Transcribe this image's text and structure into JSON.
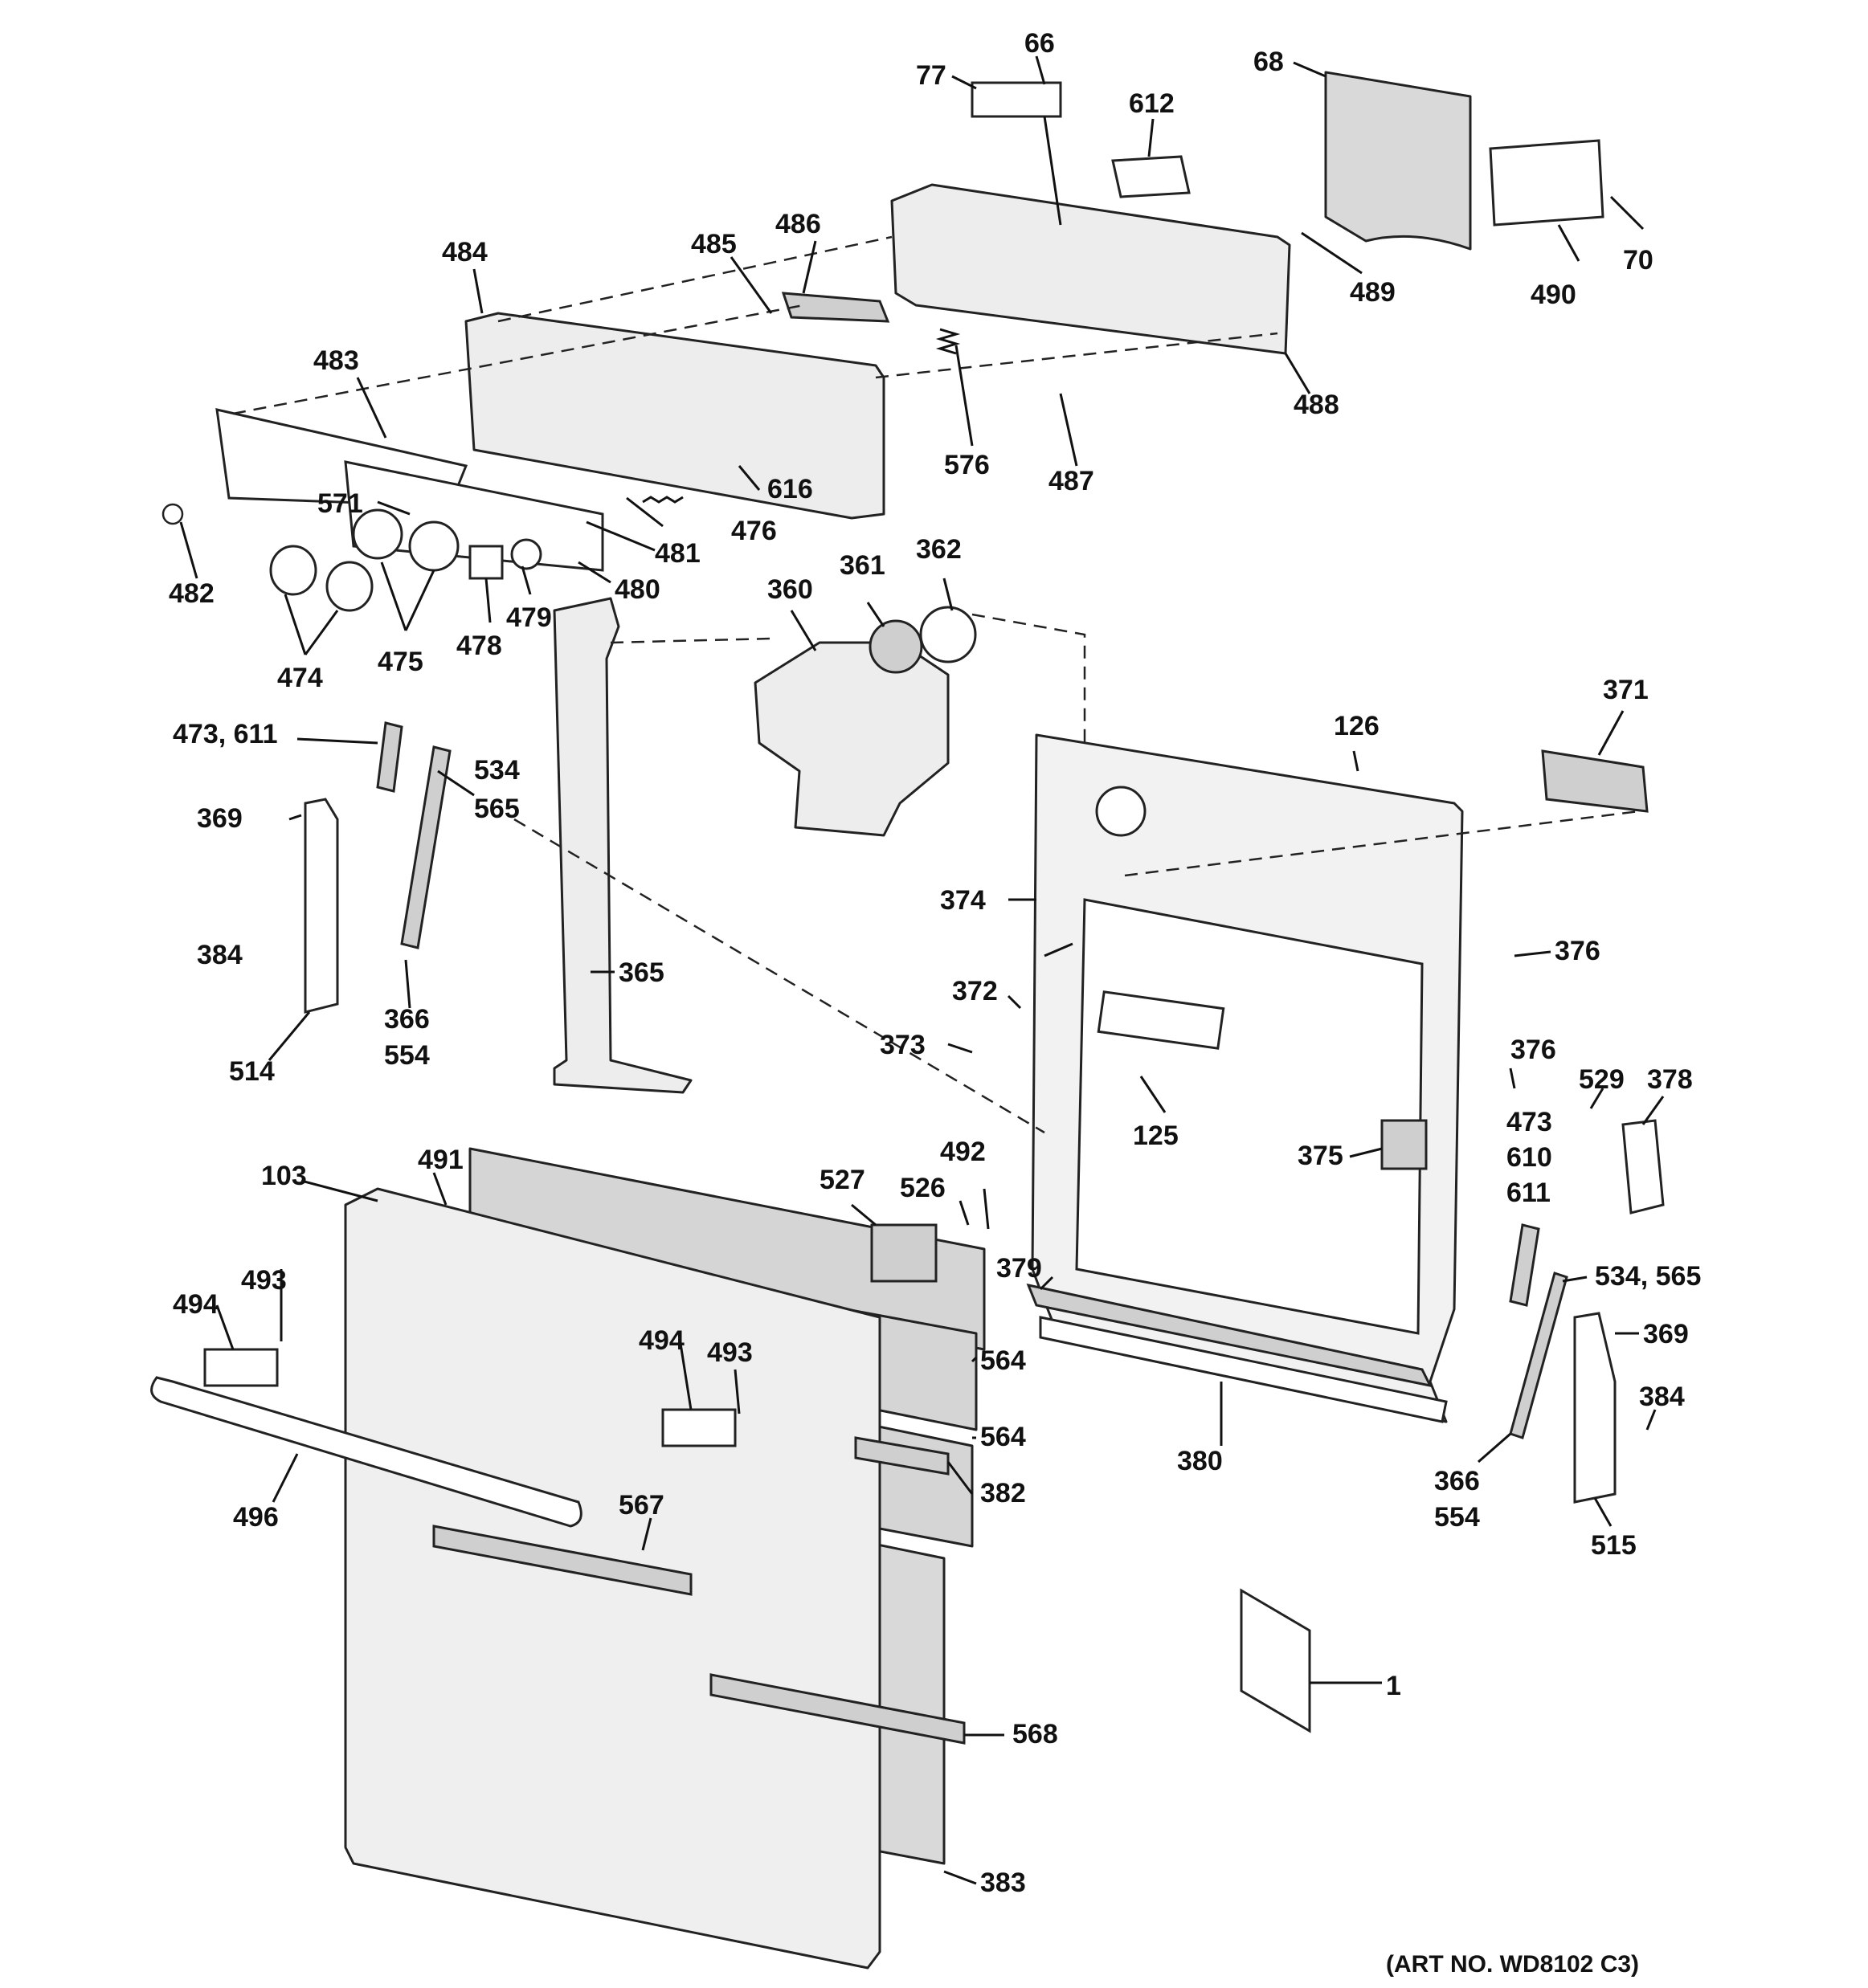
{
  "diagram": {
    "art_number": "(ART NO. WD8102 C3)",
    "callouts": [
      {
        "id": "c66",
        "text": "66"
      },
      {
        "id": "c77",
        "text": "77"
      },
      {
        "id": "c68",
        "text": "68"
      },
      {
        "id": "c612",
        "text": "612"
      },
      {
        "id": "c486",
        "text": "486"
      },
      {
        "id": "c485",
        "text": "485"
      },
      {
        "id": "c484",
        "text": "484"
      },
      {
        "id": "c489",
        "text": "489"
      },
      {
        "id": "c490",
        "text": "490"
      },
      {
        "id": "c70",
        "text": "70"
      },
      {
        "id": "c488",
        "text": "488"
      },
      {
        "id": "c483",
        "text": "483"
      },
      {
        "id": "c576",
        "text": "576"
      },
      {
        "id": "c487",
        "text": "487"
      },
      {
        "id": "c616",
        "text": "616"
      },
      {
        "id": "c571",
        "text": "571"
      },
      {
        "id": "c476",
        "text": "476"
      },
      {
        "id": "c481",
        "text": "481"
      },
      {
        "id": "c482",
        "text": "482"
      },
      {
        "id": "c480",
        "text": "480"
      },
      {
        "id": "c479",
        "text": "479"
      },
      {
        "id": "c478",
        "text": "478"
      },
      {
        "id": "c475",
        "text": "475"
      },
      {
        "id": "c474",
        "text": "474"
      },
      {
        "id": "c362",
        "text": "362"
      },
      {
        "id": "c361",
        "text": "361"
      },
      {
        "id": "c360",
        "text": "360"
      },
      {
        "id": "c371",
        "text": "371"
      },
      {
        "id": "c126",
        "text": "126"
      },
      {
        "id": "c473_611",
        "text": "473, 611"
      },
      {
        "id": "c534a",
        "text": "534"
      },
      {
        "id": "c565a",
        "text": "565"
      },
      {
        "id": "c369a",
        "text": "369"
      },
      {
        "id": "c374",
        "text": "374"
      },
      {
        "id": "c376a",
        "text": "376"
      },
      {
        "id": "c384a",
        "text": "384"
      },
      {
        "id": "c365",
        "text": "365"
      },
      {
        "id": "c372",
        "text": "372"
      },
      {
        "id": "c366a",
        "text": "366"
      },
      {
        "id": "c554a",
        "text": "554"
      },
      {
        "id": "c373",
        "text": "373"
      },
      {
        "id": "c376b",
        "text": "376"
      },
      {
        "id": "c514",
        "text": "514"
      },
      {
        "id": "c529",
        "text": "529"
      },
      {
        "id": "c378",
        "text": "378"
      },
      {
        "id": "c125",
        "text": "125"
      },
      {
        "id": "c473b",
        "text": "473"
      },
      {
        "id": "c610",
        "text": "610"
      },
      {
        "id": "c611",
        "text": "611"
      },
      {
        "id": "c375",
        "text": "375"
      },
      {
        "id": "c103",
        "text": "103"
      },
      {
        "id": "c491",
        "text": "491"
      },
      {
        "id": "c527",
        "text": "527"
      },
      {
        "id": "c492",
        "text": "492"
      },
      {
        "id": "c526",
        "text": "526"
      },
      {
        "id": "c379",
        "text": "379"
      },
      {
        "id": "c534_565",
        "text": "534, 565"
      },
      {
        "id": "c493a",
        "text": "493"
      },
      {
        "id": "c494a",
        "text": "494"
      },
      {
        "id": "c494b",
        "text": "494"
      },
      {
        "id": "c493b",
        "text": "493"
      },
      {
        "id": "c564a",
        "text": "564"
      },
      {
        "id": "c369b",
        "text": "369"
      },
      {
        "id": "c384b",
        "text": "384"
      },
      {
        "id": "c564b",
        "text": "564"
      },
      {
        "id": "c380",
        "text": "380"
      },
      {
        "id": "c366b",
        "text": "366"
      },
      {
        "id": "c554b",
        "text": "554"
      },
      {
        "id": "c382",
        "text": "382"
      },
      {
        "id": "c496",
        "text": "496"
      },
      {
        "id": "c567",
        "text": "567"
      },
      {
        "id": "c515",
        "text": "515"
      },
      {
        "id": "c1",
        "text": "1"
      },
      {
        "id": "c568",
        "text": "568"
      },
      {
        "id": "c383",
        "text": "383"
      }
    ]
  }
}
